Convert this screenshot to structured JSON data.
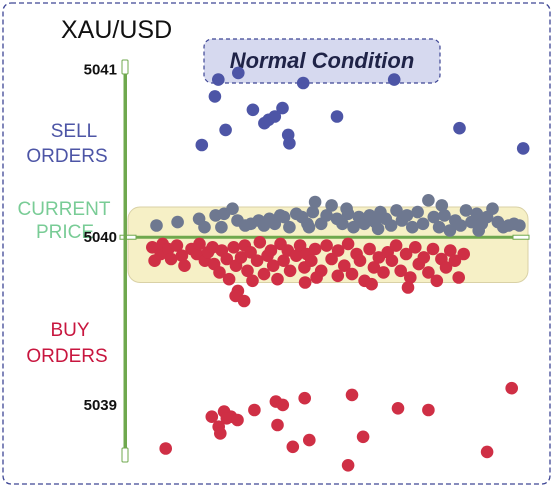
{
  "chart_data": {
    "type": "scatter",
    "title": "XAU/USD",
    "annotation": "Normal Condition",
    "ylim": [
      5038.6,
      5041.2
    ],
    "xlim": [
      0,
      100
    ],
    "yticks": [
      {
        "value": 5041,
        "label": "5041"
      },
      {
        "value": 5040,
        "label": "5040"
      },
      {
        "value": 5039,
        "label": "5039"
      }
    ],
    "current_price": 5040,
    "current_price_band": [
      5039.73,
      5040.18
    ],
    "side_labels": {
      "sell": [
        "SELL",
        "ORDERS"
      ],
      "current": [
        "CURRENT",
        "PRICE"
      ],
      "buy": [
        "BUY",
        "ORDERS"
      ]
    },
    "colors": {
      "sell": "#4d55a6",
      "current": "#6e7890",
      "buy": "#cf2f45",
      "sell_label": "#4d55a6",
      "current_label": "#79cc96",
      "buy_label": "#c8163f",
      "price_line": "#6fa84e",
      "band_fill": "#f6f0c6",
      "badge_fill": "#d6d9ef",
      "frame": "#3e4695"
    },
    "series": [
      {
        "key": "sell",
        "points": [
          [
            19.5,
            5040.84
          ],
          [
            20.4,
            5040.94
          ],
          [
            16.1,
            5040.55
          ],
          [
            22.3,
            5040.64
          ],
          [
            25.6,
            5040.98
          ],
          [
            29.4,
            5040.76
          ],
          [
            33.5,
            5040.7
          ],
          [
            35.1,
            5040.72
          ],
          [
            37.1,
            5040.77
          ],
          [
            38.6,
            5040.61
          ],
          [
            32.4,
            5040.68
          ],
          [
            38.9,
            5040.56
          ],
          [
            42.5,
            5040.92
          ],
          [
            51.3,
            5040.72
          ],
          [
            66.2,
            5040.94
          ],
          [
            83.2,
            5040.65
          ],
          [
            99.8,
            5040.53
          ]
        ]
      },
      {
        "key": "current",
        "points": [
          [
            4.3,
            5040.07
          ],
          [
            9.8,
            5040.09
          ],
          [
            15.4,
            5040.11
          ],
          [
            16.8,
            5040.06
          ],
          [
            19.7,
            5040.13
          ],
          [
            21.2,
            5040.06
          ],
          [
            21.9,
            5040.14
          ],
          [
            24.1,
            5040.17
          ],
          [
            25.4,
            5040.1
          ],
          [
            27.4,
            5040.07
          ],
          [
            28.9,
            5040.08
          ],
          [
            30.9,
            5040.1
          ],
          [
            32.3,
            5040.07
          ],
          [
            33.7,
            5040.11
          ],
          [
            35.1,
            5040.08
          ],
          [
            36.5,
            5040.13
          ],
          [
            37.5,
            5040.12
          ],
          [
            38.9,
            5040.06
          ],
          [
            40.7,
            5040.14
          ],
          [
            42.2,
            5040.12
          ],
          [
            43.6,
            5040.08
          ],
          [
            45.0,
            5040.15
          ],
          [
            45.6,
            5040.21
          ],
          [
            47.2,
            5040.08
          ],
          [
            48.6,
            5040.13
          ],
          [
            49.9,
            5040.19
          ],
          [
            51.3,
            5040.11
          ],
          [
            52.7,
            5040.08
          ],
          [
            54.2,
            5040.14
          ],
          [
            55.6,
            5040.06
          ],
          [
            57.0,
            5040.12
          ],
          [
            58.4,
            5040.08
          ],
          [
            59.8,
            5040.13
          ],
          [
            61.2,
            5040.09
          ],
          [
            62.6,
            5040.15
          ],
          [
            64.0,
            5040.11
          ],
          [
            65.4,
            5040.07
          ],
          [
            66.8,
            5040.16
          ],
          [
            68.2,
            5040.1
          ],
          [
            69.5,
            5040.13
          ],
          [
            70.9,
            5040.06
          ],
          [
            72.3,
            5040.15
          ],
          [
            73.7,
            5040.08
          ],
          [
            75.1,
            5040.22
          ],
          [
            76.5,
            5040.12
          ],
          [
            77.9,
            5040.06
          ],
          [
            79.3,
            5040.13
          ],
          [
            80.7,
            5040.04
          ],
          [
            82.1,
            5040.1
          ],
          [
            83.5,
            5040.07
          ],
          [
            84.9,
            5040.16
          ],
          [
            86.3,
            5040.09
          ],
          [
            87.7,
            5040.14
          ],
          [
            89.0,
            5040.08
          ],
          [
            90.4,
            5040.12
          ],
          [
            91.8,
            5040.17
          ],
          [
            93.2,
            5040.09
          ],
          [
            94.6,
            5040.06
          ],
          [
            96.0,
            5040.07
          ],
          [
            97.4,
            5040.08
          ],
          [
            98.8,
            5040.07
          ],
          [
            44.0,
            5040.06
          ],
          [
            53.8,
            5040.17
          ],
          [
            62.0,
            5040.05
          ],
          [
            78.6,
            5040.19
          ],
          [
            88.2,
            5040.04
          ]
        ]
      },
      {
        "key": "buy",
        "points": [
          [
            3.2,
            5039.94
          ],
          [
            3.8,
            5039.86
          ],
          [
            5.4,
            5039.9
          ],
          [
            5.9,
            5039.96
          ],
          [
            7.4,
            5039.93
          ],
          [
            8.1,
            5039.87
          ],
          [
            9.6,
            5039.95
          ],
          [
            10.9,
            5039.89
          ],
          [
            11.6,
            5039.83
          ],
          [
            13.4,
            5039.93
          ],
          [
            14.8,
            5039.9
          ],
          [
            15.5,
            5039.96
          ],
          [
            16.9,
            5039.86
          ],
          [
            17.7,
            5039.91
          ],
          [
            18.9,
            5039.94
          ],
          [
            19.3,
            5039.84
          ],
          [
            20.7,
            5039.79
          ],
          [
            21.3,
            5039.92
          ],
          [
            22.6,
            5039.87
          ],
          [
            23.2,
            5039.75
          ],
          [
            24.4,
            5039.94
          ],
          [
            25.0,
            5039.83
          ],
          [
            25.5,
            5039.68
          ],
          [
            26.3,
            5039.88
          ],
          [
            27.3,
            5039.95
          ],
          [
            28.0,
            5039.8
          ],
          [
            28.8,
            5039.91
          ],
          [
            29.3,
            5039.74
          ],
          [
            30.5,
            5039.86
          ],
          [
            31.2,
            5039.97
          ],
          [
            32.3,
            5039.78
          ],
          [
            33.2,
            5039.89
          ],
          [
            34.1,
            5039.92
          ],
          [
            34.7,
            5039.83
          ],
          [
            35.8,
            5039.75
          ],
          [
            36.6,
            5039.96
          ],
          [
            37.4,
            5039.86
          ],
          [
            38.5,
            5039.92
          ],
          [
            39.1,
            5039.8
          ],
          [
            40.7,
            5039.89
          ],
          [
            41.7,
            5039.95
          ],
          [
            42.8,
            5039.82
          ],
          [
            43.4,
            5039.9
          ],
          [
            44.6,
            5039.86
          ],
          [
            45.6,
            5039.93
          ],
          [
            47.2,
            5039.8
          ],
          [
            48.6,
            5039.95
          ],
          [
            49.9,
            5039.87
          ],
          [
            51.6,
            5039.92
          ],
          [
            53.2,
            5039.83
          ],
          [
            54.2,
            5039.96
          ],
          [
            55.2,
            5039.78
          ],
          [
            56.4,
            5039.9
          ],
          [
            57.3,
            5039.86
          ],
          [
            58.5,
            5039.74
          ],
          [
            59.8,
            5039.93
          ],
          [
            60.9,
            5039.82
          ],
          [
            62.2,
            5039.88
          ],
          [
            63.4,
            5039.79
          ],
          [
            64.5,
            5039.91
          ],
          [
            65.6,
            5039.86
          ],
          [
            66.7,
            5039.95
          ],
          [
            67.9,
            5039.8
          ],
          [
            69.3,
            5039.9
          ],
          [
            70.4,
            5039.76
          ],
          [
            71.7,
            5039.94
          ],
          [
            72.6,
            5039.84
          ],
          [
            73.9,
            5039.88
          ],
          [
            75.1,
            5039.79
          ],
          [
            76.3,
            5039.93
          ],
          [
            77.3,
            5039.74
          ],
          [
            78.5,
            5039.87
          ],
          [
            79.7,
            5039.82
          ],
          [
            80.8,
            5039.92
          ],
          [
            82.0,
            5039.86
          ],
          [
            83.0,
            5039.76
          ],
          [
            84.3,
            5039.9
          ],
          [
            24.9,
            5039.65
          ],
          [
            27.1,
            5039.62
          ],
          [
            43.0,
            5039.73
          ],
          [
            51.5,
            5039.77
          ],
          [
            60.3,
            5039.72
          ],
          [
            69.8,
            5039.7
          ],
          [
            46.0,
            5039.76
          ]
        ]
      },
      {
        "key": "buy",
        "points": [
          [
            6.7,
            5038.74
          ],
          [
            18.7,
            5038.93
          ],
          [
            20.5,
            5038.87
          ],
          [
            21.9,
            5038.96
          ],
          [
            23.7,
            5038.93
          ],
          [
            20.9,
            5038.83
          ],
          [
            22.6,
            5038.92
          ],
          [
            25.4,
            5038.91
          ],
          [
            29.8,
            5038.97
          ],
          [
            35.4,
            5039.02
          ],
          [
            35.8,
            5038.88
          ],
          [
            37.2,
            5039.0
          ],
          [
            39.8,
            5038.75
          ],
          [
            42.9,
            5039.04
          ],
          [
            44.1,
            5038.79
          ],
          [
            55.2,
            5039.06
          ],
          [
            58.1,
            5038.81
          ],
          [
            67.2,
            5038.98
          ],
          [
            75.1,
            5038.97
          ],
          [
            90.4,
            5038.72
          ],
          [
            96.8,
            5039.1
          ],
          [
            54.2,
            5038.64
          ]
        ]
      }
    ]
  }
}
